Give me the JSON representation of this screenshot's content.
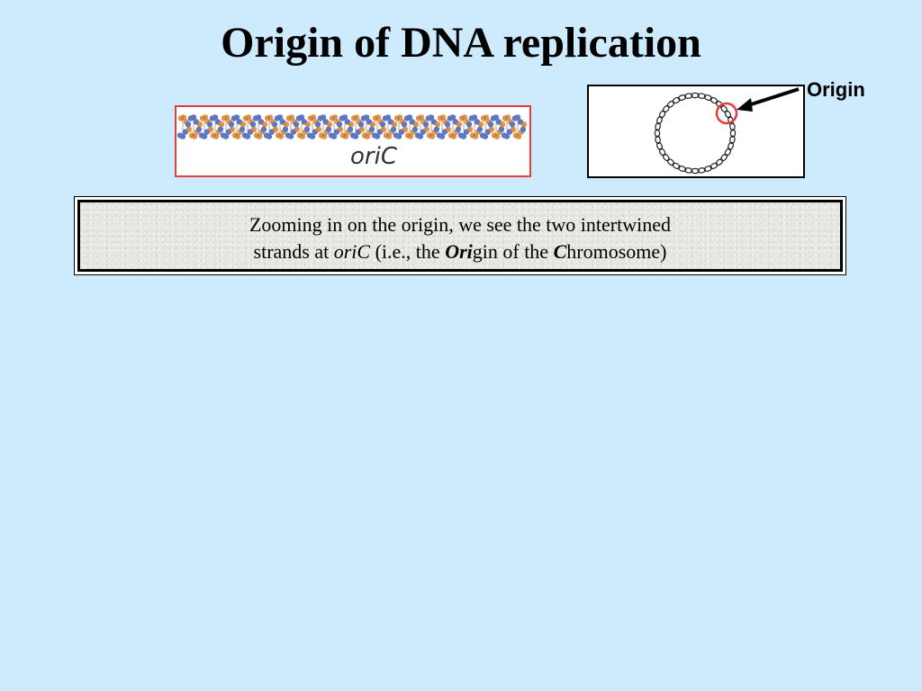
{
  "slide": {
    "title": "Origin of DNA replication"
  },
  "linear_dna": {
    "label": "oriC",
    "border_color": "#e23c3c"
  },
  "chromosome": {
    "origin_label": "Origin",
    "highlight_color": "#e23c3c"
  },
  "caption": {
    "line1": "Zooming in on the origin, we see the two intertwined",
    "line2_pre": "strands at ",
    "line2_oric": "oriC",
    "line2_mid": " (i.e., the ",
    "line2_ori_bold": "Ori",
    "line2_gin": "gin of the ",
    "line2_c_bold": "C",
    "line2_end": "hromosome)"
  },
  "colors": {
    "background": "#cdebfc",
    "dna_blue": "#5a78c8",
    "dna_orange": "#d9822b"
  }
}
